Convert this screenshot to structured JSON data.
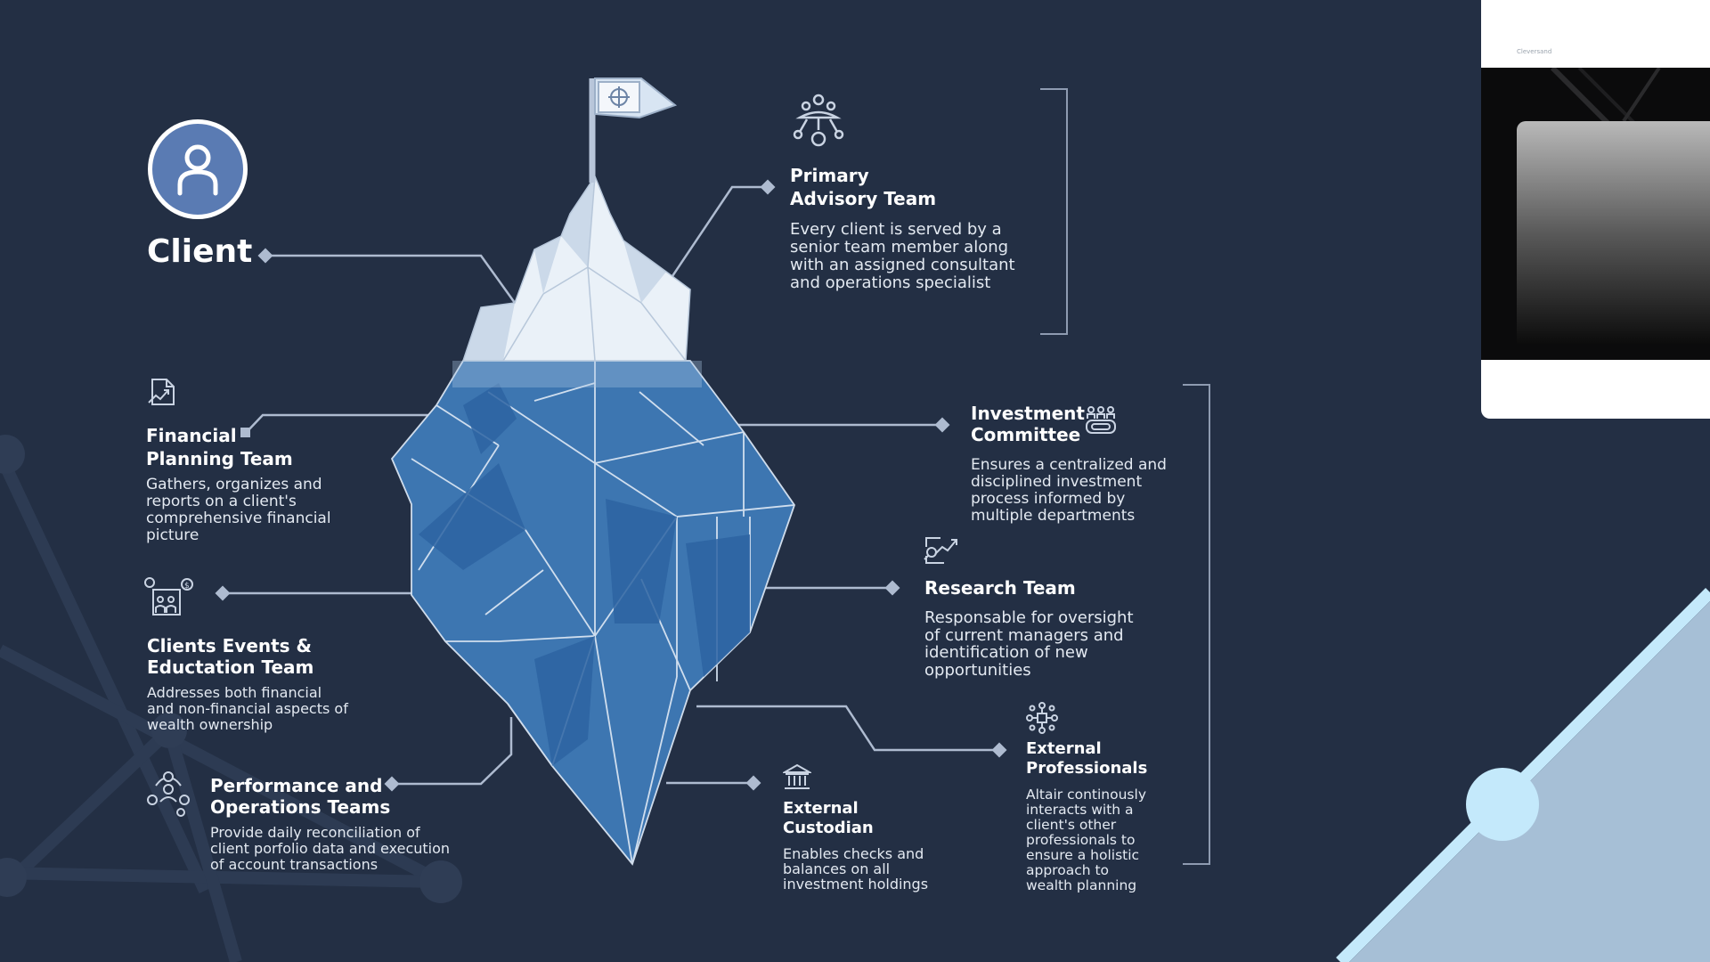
{
  "colors": {
    "background": "#232f44",
    "iceberg_light": "#eef3f9",
    "iceberg_blue": "#3d76b1",
    "connector": "#aebbd0",
    "accent_light_blue": "#bfe4f8"
  },
  "client": {
    "label": "Client",
    "icon": "user-icon"
  },
  "nodes": {
    "primary_advisory": {
      "title_line1": "Primary",
      "title_line2": "Advisory Team",
      "desc_lines": [
        "Every client is served by a",
        "senior team member along",
        "with an assigned consultant",
        "and operations specialist"
      ],
      "icon": "team-network-icon"
    },
    "financial_planning": {
      "title_line1": "Financial",
      "title_line2": "Planning Team",
      "desc_lines": [
        "Gathers, organizes and",
        "reports on a client's",
        "comprehensive financial",
        "picture"
      ],
      "icon": "document-chart-icon"
    },
    "client_events": {
      "title_line1": "Clients Events &",
      "title_line2": "Eductation Team",
      "desc_lines": [
        "Addresses both financial",
        "and non-financial aspects of",
        "wealth ownership"
      ],
      "icon": "family-money-icon"
    },
    "performance_ops": {
      "title_line1": "Performance and",
      "title_line2": "Operations Teams",
      "desc_lines": [
        "Provide daily reconciliation of",
        "client porfolio data and execution",
        "of account transactions"
      ],
      "icon": "person-dollar-cycle-icon"
    },
    "investment_committee": {
      "title_line1": "Investment",
      "title_line2": "Committee",
      "desc_lines": [
        "Ensures a centralized and",
        "disciplined investment",
        "process informed by",
        "multiple departments"
      ],
      "icon": "committee-table-icon"
    },
    "research": {
      "title": "Research Team",
      "desc_lines": [
        "Responsable for oversight",
        "of current managers and",
        "identification of new",
        "opportunities"
      ],
      "icon": "research-chart-icon"
    },
    "external_professionals": {
      "title_line1": "External",
      "title_line2": "Professionals",
      "desc_lines": [
        "Altair continously",
        "interacts with a",
        "client's other",
        "professionals to",
        "ensure a holistic",
        "approach to",
        "wealth planning"
      ],
      "icon": "network-nodes-icon"
    },
    "external_custodian": {
      "title_line1": "External",
      "title_line2": "Custodian",
      "desc_lines": [
        "Enables checks and",
        "balances on all",
        "investment holdings"
      ],
      "icon": "bank-icon"
    }
  },
  "thumbnail": {
    "caption": "Cleversand"
  }
}
